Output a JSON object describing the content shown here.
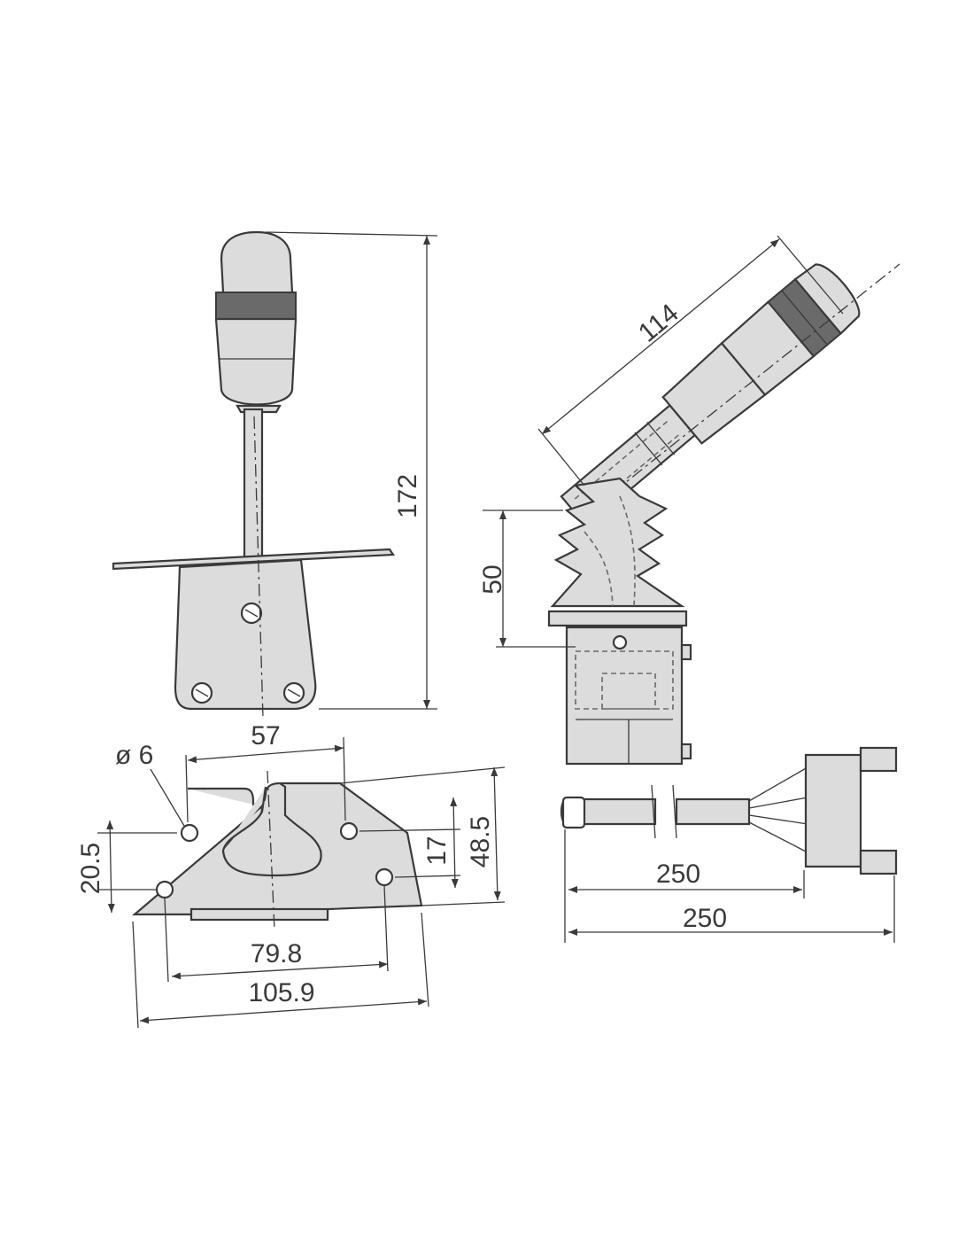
{
  "views": {
    "front_view": {
      "height_dim": "172"
    },
    "side_view": {
      "lever_length_dim": "114",
      "boot_height_dim": "50"
    },
    "mounting_plate": {
      "hole_diameter": "ø 6",
      "upper_hole_spacing": "57",
      "lower_hole_spacing": "79.8",
      "plate_width": "105.9",
      "left_hole_vertical": "20.5",
      "right_hole_vertical": "17",
      "plate_height": "48.5"
    },
    "cable": {
      "cable_length_dim": "250",
      "overall_length_dim": "250"
    }
  }
}
